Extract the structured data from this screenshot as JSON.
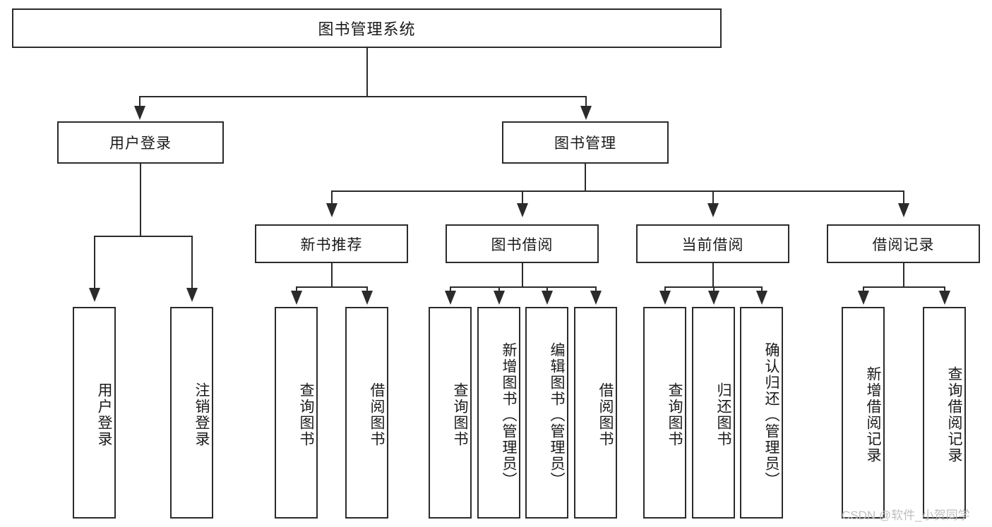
{
  "diagram": {
    "title": "图书管理系统",
    "type": "hierarchy-tree",
    "root": {
      "label": "图书管理系统"
    },
    "level2": [
      {
        "label": "用户登录"
      },
      {
        "label": "图书管理"
      }
    ],
    "level3": [
      {
        "label": "新书推荐"
      },
      {
        "label": "图书借阅"
      },
      {
        "label": "当前借阅"
      },
      {
        "label": "借阅记录"
      }
    ],
    "leaves": {
      "user_login": [
        {
          "label": "用户登录"
        },
        {
          "label": "注销登录"
        }
      ],
      "new_book_recommend": [
        {
          "label": "查询图书"
        },
        {
          "label": "借阅图书"
        }
      ],
      "book_borrow": [
        {
          "label": "查询图书"
        },
        {
          "label": "新增图书（管理员）"
        },
        {
          "label": "编辑图书（管理员）"
        },
        {
          "label": "借阅图书"
        }
      ],
      "current_borrow": [
        {
          "label": "查询图书"
        },
        {
          "label": "归还图书"
        },
        {
          "label": "确认归还（管理员）"
        }
      ],
      "borrow_record": [
        {
          "label": "新增借阅记录"
        },
        {
          "label": "查询借阅记录"
        }
      ]
    }
  },
  "watermark": {
    "text": "CSDN @软件_小贺同学"
  },
  "colors": {
    "stroke": "#2b2b2b",
    "background": "#ffffff",
    "text": "#1a1a1a",
    "watermark": "#bfbfbf"
  }
}
